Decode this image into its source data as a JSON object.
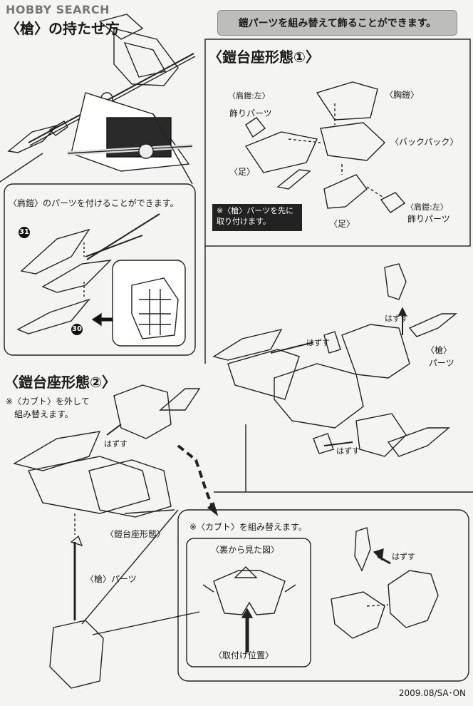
{
  "watermark": "HOBBY SEARCH",
  "sec1": {
    "title": "〈槍〉の持たせ方",
    "subbox_text": "〈肩鎧〉のパーツを付けることができます。",
    "badge_31": "31",
    "badge_30": "30"
  },
  "sec2": {
    "banner": "鎧パーツを組み替えて飾ることができます。",
    "title": "〈鎧台座形態①〉",
    "label_kataroi_left": "〈肩鎧:左〉",
    "label_kazari": "飾りパーツ",
    "label_muneyoroi": "〈胸鎧〉",
    "label_backpack": "〈バックパック〉",
    "label_ashi_1": "〈足〉",
    "label_ashi_2": "〈足〉",
    "label_kataroi_left_2": "〈肩鎧:左〉",
    "label_kazari_2": "飾りパーツ",
    "note": "※〈槍〉パーツを先に取り付けます。",
    "hazusu_1": "はずす",
    "hazusu_2": "はずす",
    "hazusu_3": "はずす",
    "yari_label": "〈槍〉",
    "yari_parts": "パーツ"
  },
  "sec3": {
    "title": "〈鎧台座形態②〉",
    "note_line1": "※〈カブト〉を外して",
    "note_line2": "組み替えます。",
    "hazusu": "はずす",
    "label_yoroi_daiza": "〈鎧台座形態〉",
    "label_yari": "〈槍〉パーツ"
  },
  "sec4": {
    "note": "※〈カブト〉を組み替えます。",
    "ura_title": "〈裏から見た図〉",
    "toritsuke": "〈取付け位置〉",
    "hazusu": "はずす"
  },
  "footer": "2009.08/SA･ON"
}
